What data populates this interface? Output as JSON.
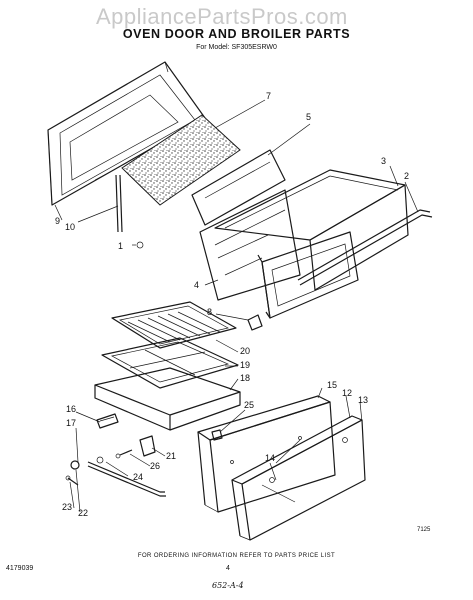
{
  "watermark": "AppliancePartsPros.com",
  "title": "OVEN DOOR AND BROILER PARTS",
  "model_line": "For Model: SF305ESRW0",
  "footer_note": "FOR ORDERING INFORMATION REFER TO PARTS PRICE LIST",
  "doc_number": "4179039",
  "page_number": "4",
  "figure_code": "7125",
  "handwritten_note": "652-A-4",
  "callouts": {
    "c1": "1",
    "c2": "2",
    "c3": "3",
    "c4": "4",
    "c5": "5",
    "c7": "7",
    "c8": "8",
    "c9": "9",
    "c10": "10",
    "c12": "12",
    "c13": "13",
    "c14": "14",
    "c15": "15",
    "c16": "16",
    "c17": "17",
    "c18": "18",
    "c19": "19",
    "c20": "20",
    "c21": "21",
    "c22": "22",
    "c23": "23",
    "c24": "24",
    "c25": "25",
    "c26": "26"
  }
}
